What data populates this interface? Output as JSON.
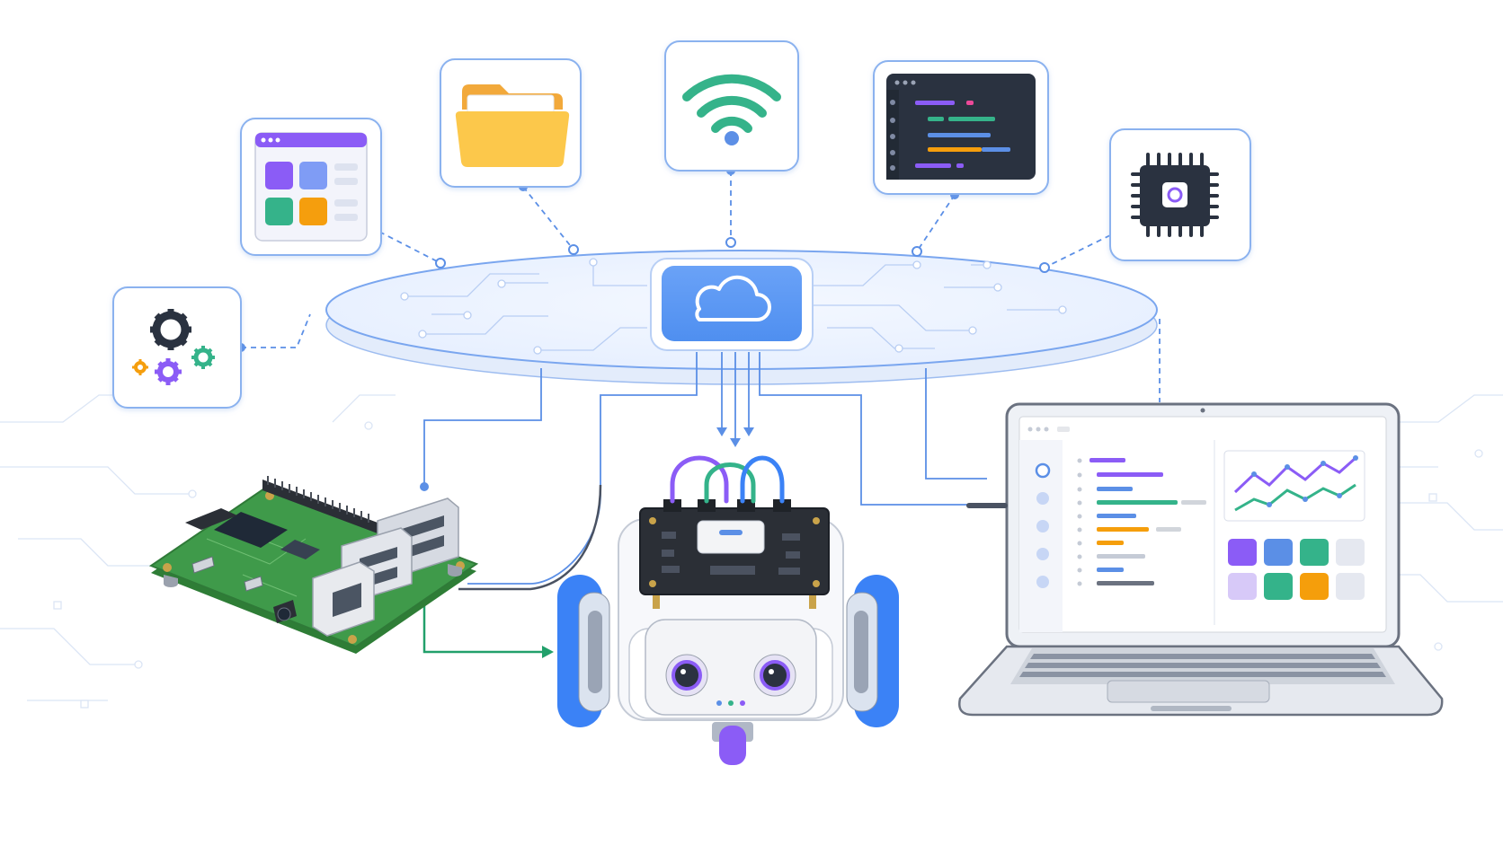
{
  "nodes": [
    {
      "id": "app-grid",
      "icon": "app-window-icon"
    },
    {
      "id": "folder",
      "icon": "folder-icon"
    },
    {
      "id": "wifi",
      "icon": "wifi-icon"
    },
    {
      "id": "code",
      "icon": "code-editor-icon"
    },
    {
      "id": "chip",
      "icon": "chip-icon"
    },
    {
      "id": "settings",
      "icon": "gears-icon"
    },
    {
      "id": "cloud",
      "icon": "cloud-icon"
    },
    {
      "id": "sbc",
      "icon": "single-board-computer-icon"
    },
    {
      "id": "robot",
      "icon": "robot-icon"
    },
    {
      "id": "laptop",
      "icon": "laptop-dashboard-icon"
    }
  ],
  "colors": {
    "accent_blue": "#3b82f6",
    "line_blue": "#5b8fe6",
    "purple": "#8b5cf6",
    "green": "#34b38a",
    "orange": "#f59e0b",
    "folder_yellow": "#fcc84c",
    "board_green": "#3f9a4a",
    "dark_panel": "#2b3240",
    "link_green": "#22a06b"
  }
}
